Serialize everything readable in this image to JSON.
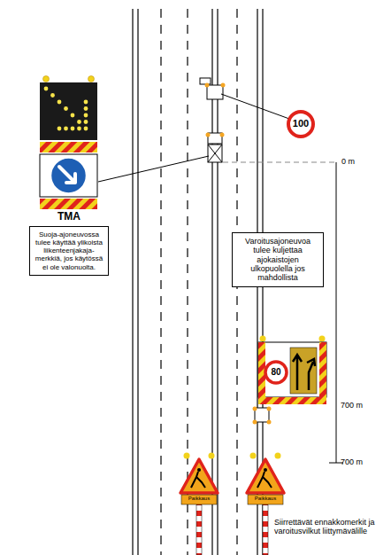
{
  "diagram": {
    "nodes": [
      {
        "text": [
          "TMA",
          "Suoja-ajoneuvossa tulee käyttää ylikoista liikenteenjakaja-merkkiä, jos käytössä ei ole valonuolta."
        ]
      },
      {
        "text": [
          "Varoitusajoneuvoa tulee kuljettaa ajokaistojen ulkopuolella jos mahdollista"
        ]
      }
    ],
    "labels": [
      "100",
      "0 m",
      "80",
      "700 m",
      "700 m",
      "Paikkaus",
      "Paikkaus",
      "Siirrettävät ennakkomerkit ja varoitusvilkut liittymävälille"
    ]
  }
}
